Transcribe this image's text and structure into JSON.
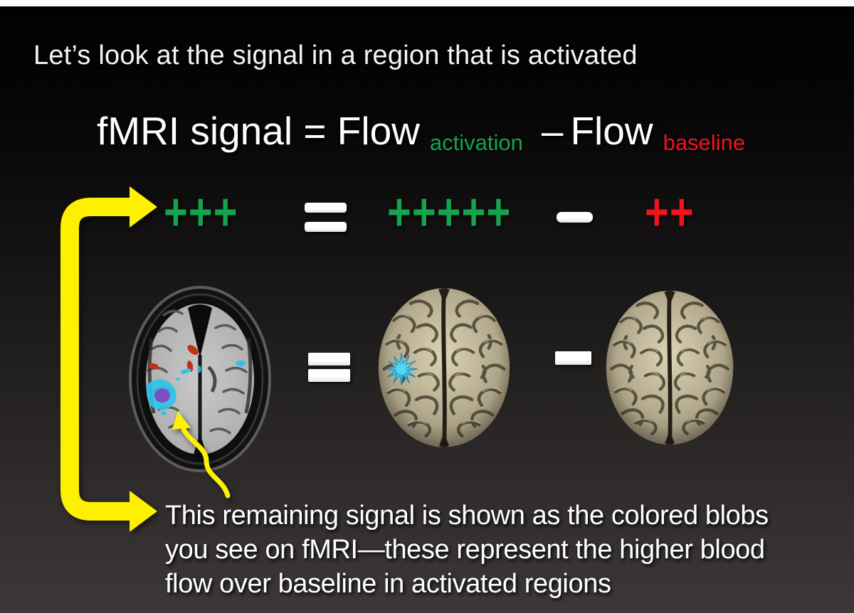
{
  "slide": {
    "title": "Let’s look at the signal in a region that is activated",
    "equation": {
      "lhs": "fMRI signal = Flow",
      "activation_subscript": "activation",
      "minus": "–",
      "rhs": "Flow",
      "baseline_subscript": "baseline"
    },
    "plus_row": {
      "result_plusses": "+++",
      "equals_symbol": "=",
      "activation_plusses": "+++++",
      "minus_symbol": "−",
      "baseline_plusses": "++"
    },
    "image_row": {
      "equals_symbol": "=",
      "minus_symbol": "−"
    },
    "caption_lines": [
      "This remaining signal is shown as the colored blobs",
      "you see on fMRI—these represent the higher blood",
      "flow over baseline in activated regions"
    ]
  },
  "colors": {
    "activation_green": "#14a44d",
    "baseline_red": "#f2121c",
    "arrow_yellow": "#fdf000",
    "blob_cyan": "#2ec4ea",
    "blob_purple": "#7c4fc0",
    "text_white": "#ffffff"
  }
}
